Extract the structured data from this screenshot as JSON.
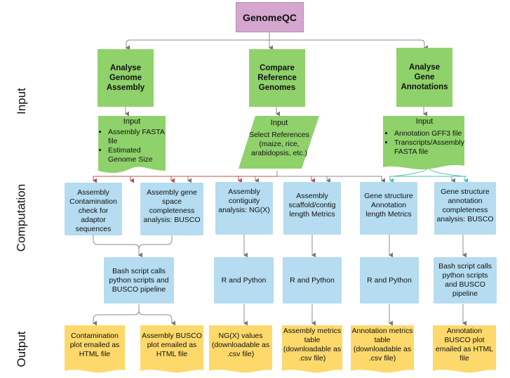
{
  "root": "GenomeQC",
  "row_labels": {
    "input": "Input",
    "computation": "Computation",
    "output": "Output"
  },
  "analyses": [
    {
      "label": "Analyse Genome Assembly"
    },
    {
      "label": "Compare Reference Genomes"
    },
    {
      "label": "Analyse Gene Annotations"
    }
  ],
  "inputs": [
    {
      "title": "Input",
      "items": [
        "Assembly FASTA file",
        "Estimated Genome Size"
      ]
    },
    {
      "title": "Input",
      "body": "Select References (maize, rice, arabidopsis, etc.)"
    },
    {
      "title": "Input",
      "items": [
        "Annotation GFF3 file",
        "Transcripts/Assembly FASTA file"
      ]
    }
  ],
  "computation": [
    "Assembly Contamination check for adaptor sequences",
    "Assembly gene space completeness analysis: BUSCO",
    "Assembly contiguity analysis: NG(X)",
    "Assembly scaffold/contig length Metrics",
    "Gene structure Annotation length Metrics",
    "Gene structure annotation completeness analysis: BUSCO"
  ],
  "scripts": [
    "Bash script calls python scripts and BUSCO pipeline",
    "R and Python",
    "R and Python",
    "R and Python",
    "Bash script calls python scripts and BUSCO pipeline"
  ],
  "outputs": [
    "Contamination plot emailed as HTML file",
    "Assembly BUSCO plot emailed as HTML file",
    "NG(X) values (downloadable as .csv file)",
    "Assembly metrics table (downloadable as .csv file)",
    "Annotation metrics table (downloadable as .csv file)",
    "Annotation BUSCO plot emailed as HTML file"
  ],
  "colors": {
    "root": "#d5a6cf",
    "analysis": "#8fd16a",
    "computation": "#b5dcf0",
    "output": "#fcd96a",
    "line": "#8c8c8c",
    "assembly_arrow": "#c0504d",
    "annotation_arrow": "#4bbfb0"
  }
}
